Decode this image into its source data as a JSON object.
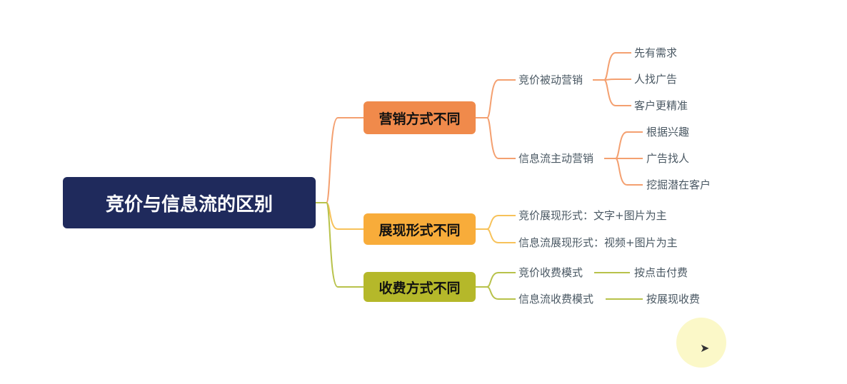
{
  "root": "竞价与信息流的区别",
  "branches": [
    {
      "label": "营销方式不同",
      "color": "#f08a4b",
      "children": [
        {
          "label": "竞价被动营销",
          "children": [
            "先有需求",
            "人找广告",
            "客户更精准"
          ]
        },
        {
          "label": "信息流主动营销",
          "children": [
            "根据兴趣",
            "广告找人",
            "挖掘潜在客户"
          ]
        }
      ]
    },
    {
      "label": "展现形式不同",
      "color": "#f8ac3a",
      "children": [
        {
          "label": "竞价展现形式：文字+图片为主"
        },
        {
          "label": "信息流展现形式：视频+图片为主"
        }
      ]
    },
    {
      "label": "收费方式不同",
      "color": "#b5b82a",
      "children": [
        {
          "label": "竞价收费模式",
          "children": [
            "按点击付费"
          ]
        },
        {
          "label": "信息流收费模式",
          "children": [
            "按展现收费"
          ]
        }
      ]
    }
  ]
}
